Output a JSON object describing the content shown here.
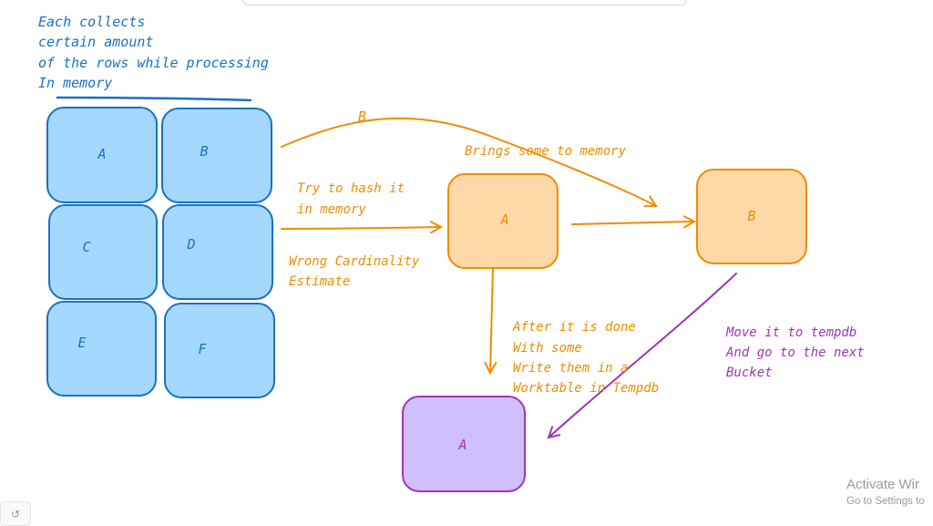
{
  "note_top": {
    "lines": [
      "Each collects",
      "certain amount",
      "of the rows while processing",
      "In memory"
    ]
  },
  "grid": {
    "cells": [
      "A",
      "B",
      "C",
      "D",
      "E",
      "F"
    ]
  },
  "labels": {
    "arrow_b": "B",
    "brings": "Brings some to memory",
    "try_hash": [
      "Try to hash it",
      "in memory"
    ],
    "wrong_card": [
      "Wrong Cardinality",
      "Estimate"
    ],
    "after_done": [
      "After it is done",
      "With some",
      "Write them in a",
      "Worktable in Tempdb"
    ],
    "move_tempdb": [
      "Move it to tempdb",
      "And go to the next",
      "Bucket"
    ]
  },
  "boxes": {
    "orange_a": "A",
    "orange_b": "B",
    "purple_a": "A"
  },
  "watermark": {
    "title": "Activate Wir",
    "subtitle": "Go to Settings to"
  },
  "colors": {
    "blue_fill": "#a5d8ff",
    "blue_stroke": "#1971c2",
    "orange_fill": "#ffd8a8",
    "orange_stroke": "#f08c00",
    "purple_fill": "#d0bfff",
    "purple_stroke": "#9c36b5",
    "text_blue": "#1971c2",
    "text_orange": "#f08c00",
    "text_purple": "#9c36b5"
  },
  "icons": {
    "corner_button": "undo-icon"
  }
}
